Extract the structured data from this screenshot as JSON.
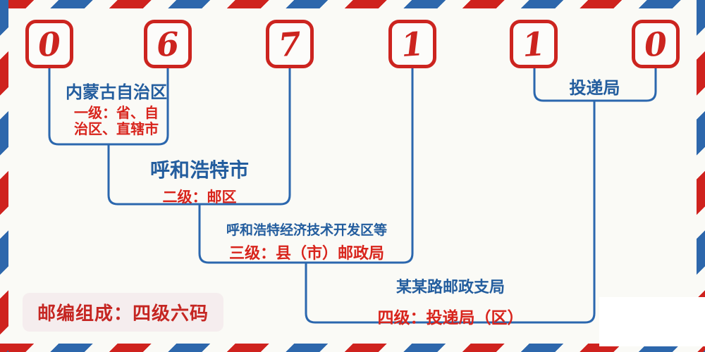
{
  "postal_code": {
    "digits": [
      "0",
      "6",
      "7",
      "1",
      "1",
      "0"
    ]
  },
  "levels": [
    {
      "region": "内蒙古自治区",
      "desc_line1": "一级：省、自",
      "desc_line2": "治区、直辖市"
    },
    {
      "region": "呼和浩特市",
      "desc": "二级：邮区"
    },
    {
      "region": "呼和浩特经济技术开发区等",
      "desc": "三级：县（市）邮政局"
    },
    {
      "region": "某某路邮政支局",
      "desc": "四级：投递局（区）"
    },
    {
      "region": "投递局"
    }
  ],
  "badge": {
    "text": "邮编组成：四级六码"
  },
  "colors": {
    "stripe_red": "#cf221e",
    "stripe_blue": "#2d67ac",
    "box_border_red": "#cc241f",
    "digit_red": "#cc241f",
    "line_blue": "#2b67ae",
    "text_blue": "#235d9e",
    "text_red": "#d8241c",
    "badge_bg": "#f5edee",
    "badge_text": "#c52622",
    "background": "#fafaf6"
  }
}
